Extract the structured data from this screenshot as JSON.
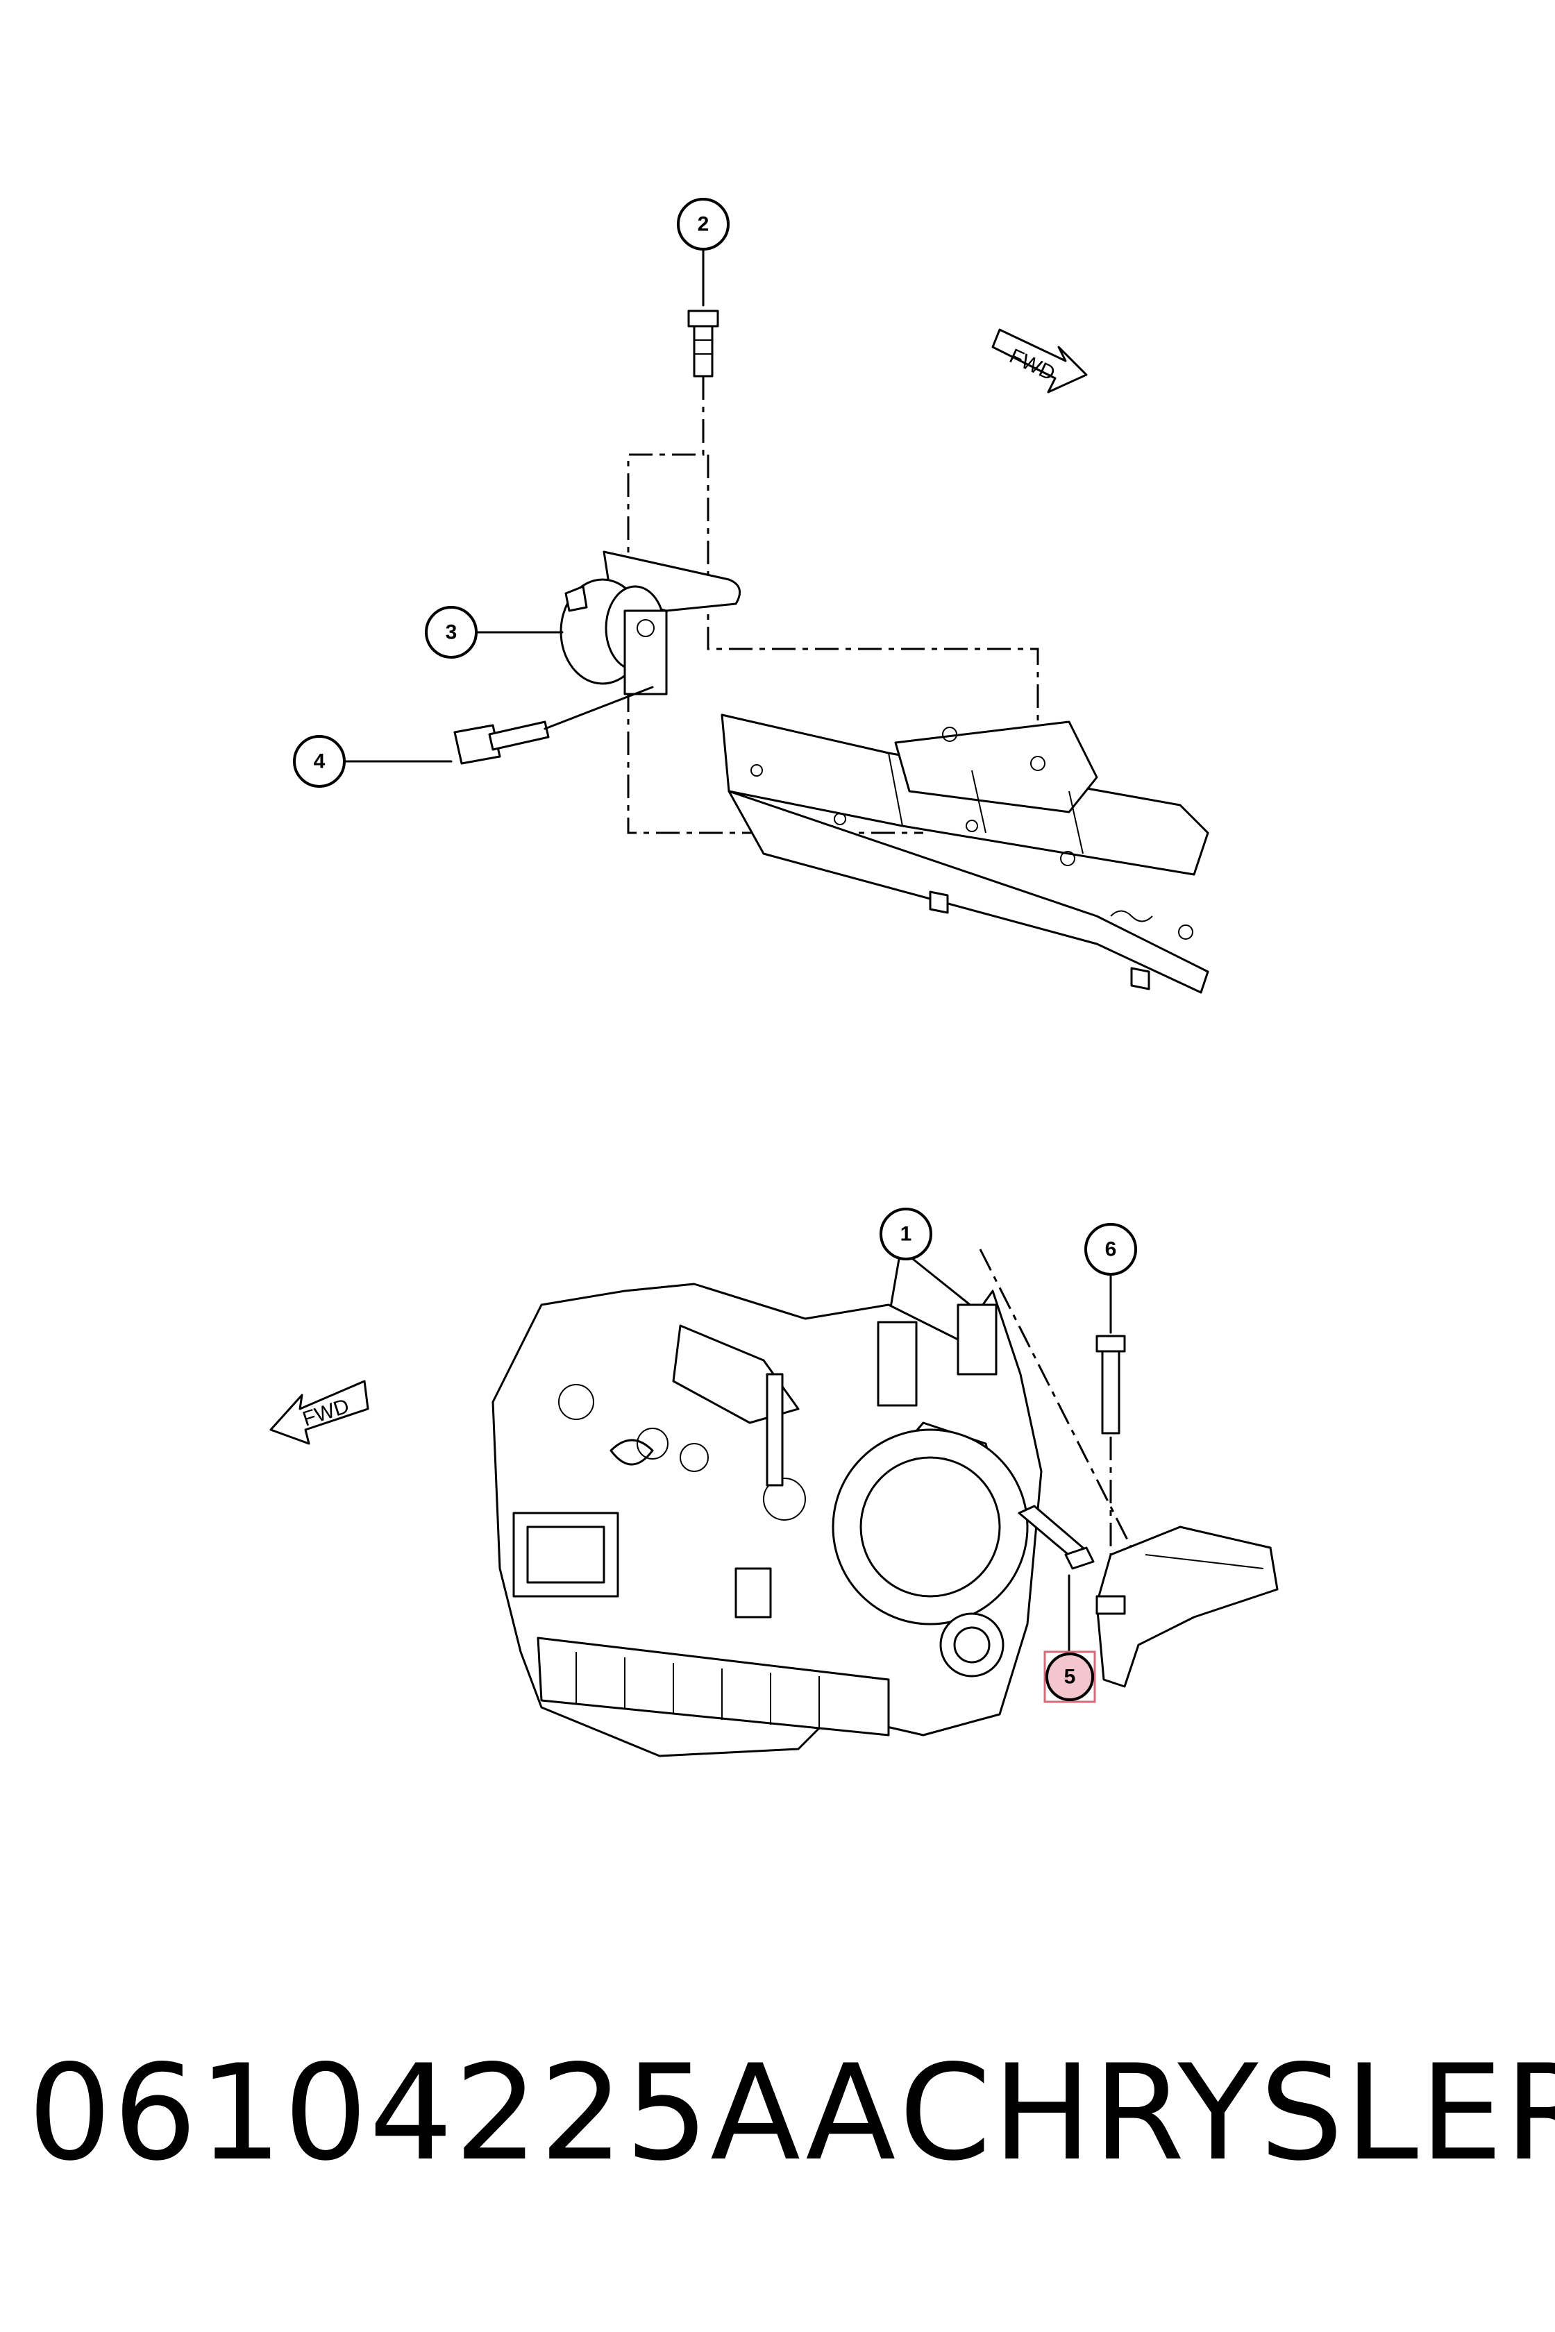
{
  "diagram": {
    "callouts": [
      "1",
      "2",
      "3",
      "4",
      "5",
      "6"
    ],
    "highlighted_callout": "5",
    "highlight_color": "#f2c6cc",
    "highlight_border": "#d46a7a",
    "direction_labels": {
      "top": "FWD",
      "bottom": "FWD"
    }
  },
  "footer": {
    "part_number": "06104225AA",
    "brand": "CHRYSLER"
  }
}
